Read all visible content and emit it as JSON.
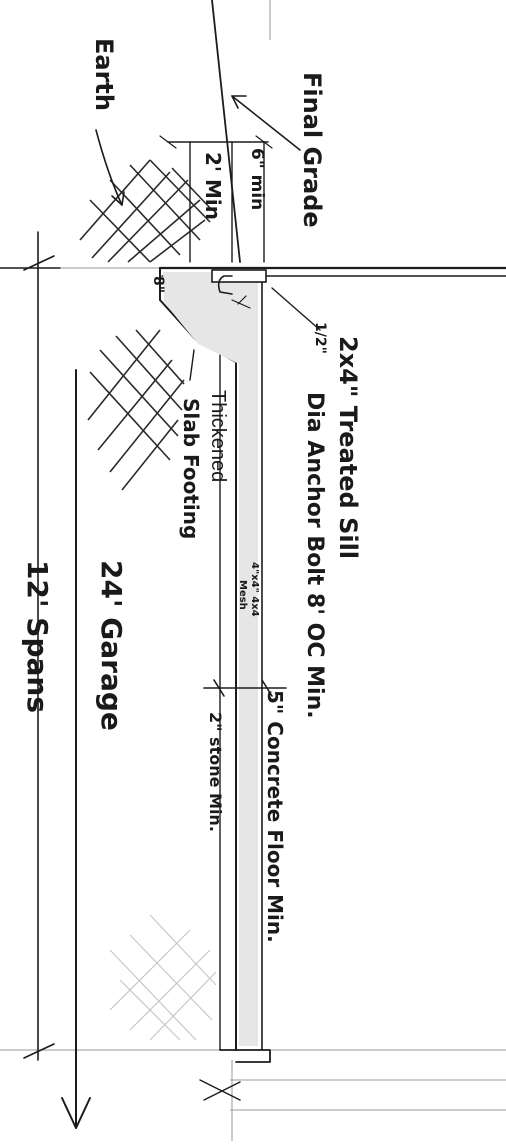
{
  "labels": {
    "earth": "Earth",
    "final_grade": "Final Grade",
    "six_min": "6\" min",
    "two_min": "2' Min",
    "eight_in": "8\"",
    "sill_line1": "2x4\" Treated Sill",
    "sill_line2": "1/2\"",
    "anchor_bolt": "Dia Anchor Bolt 8' OC Min.",
    "thickened_1": "Thickened",
    "thickened_2": "Slab Footing",
    "mesh_1": "4\"x4\" 4x4",
    "mesh_2": "Mesh",
    "concrete_floor": "5\" Concrete Floor Min.",
    "stone_base": "2\" stone Min.",
    "garage": "24' Garage",
    "spans": "12' Spans"
  }
}
